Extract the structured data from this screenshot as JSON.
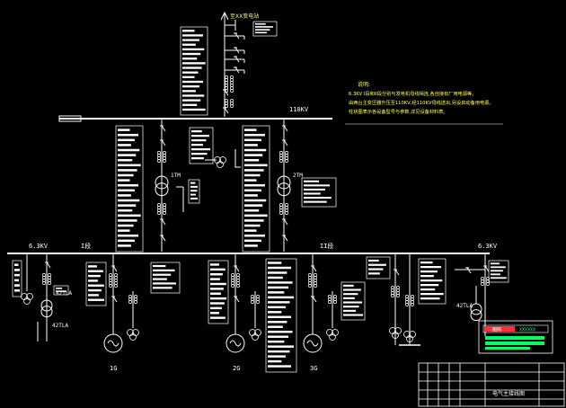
{
  "diagram": {
    "top_feeder_label": "至XX变电站",
    "bus_110kv_label": "110KV",
    "bus_6kv_left_label": "6.3KV",
    "bus_6kv_right_label": "6.3KV",
    "section_1_label": "I段",
    "section_2_label": "II段",
    "transformer_1_label": "1TM",
    "transformer_2_label": "2TM",
    "load_left_label": "42TLA",
    "load_left_label_2": "42TLA",
    "load_right_label": "42TLA",
    "generators": [
      "1G",
      "2G",
      "3G"
    ]
  },
  "notes": {
    "title": "说明:",
    "lines": [
      "6.3KV I段和II段分别与发电机母线相连,各自接有厂用电源等。",
      "由两台主变压器升压至110KV,经110KV母线送出,另设启动备用电源。",
      "柱状图表示各设备型号与参数,详见设备材料表。"
    ]
  },
  "legend": {
    "title": "图例",
    "subtitle": "XXXXXX"
  },
  "title_block": {
    "drawing_name": "电气主接线图"
  },
  "colors": {
    "line": "#ffffff",
    "accent_green": "#00ff66",
    "accent_red": "#ff3333",
    "text_yellow": "#ffff66"
  }
}
